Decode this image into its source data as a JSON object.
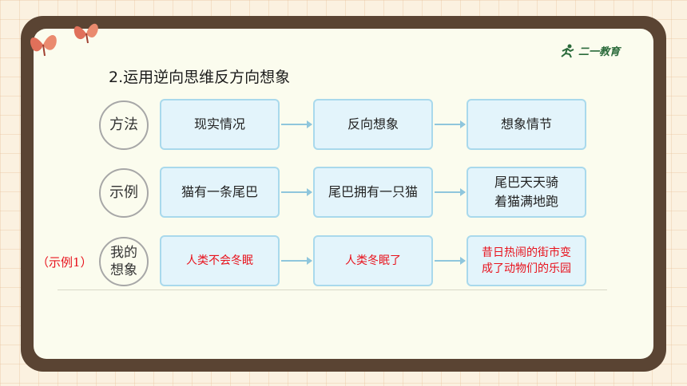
{
  "logo": {
    "text": "二一教育"
  },
  "title": "2.运用逆向思维反方向想象",
  "rows": [
    {
      "label": "方法",
      "cells": [
        "现实情况",
        "反向想象",
        "想象情节"
      ]
    },
    {
      "label": "示例",
      "cells": [
        "猫有一条尾巴",
        "尾巴拥有一只猫",
        "尾巴天天骑\n着猫满地跑"
      ]
    },
    {
      "label": "我的\n想象",
      "cells": [
        "人类不会冬眠",
        "人类冬眠了",
        "昔日热闹的街市变\n成了动物们的乐园"
      ]
    }
  ],
  "example_note": "（示例1）",
  "colors": {
    "board": "#5a4433",
    "box_fill": "#e3f4fb",
    "box_border": "#a9d9ec",
    "answer_text": "#e8121c"
  }
}
